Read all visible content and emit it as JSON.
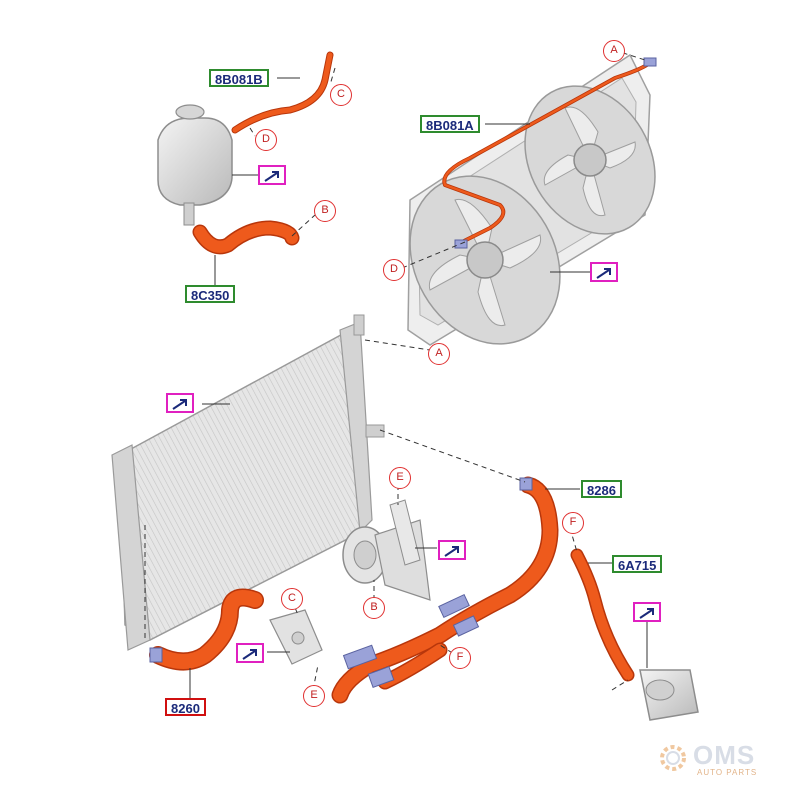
{
  "part_numbers": {
    "top_hose": "8B081B",
    "fan_hose": "8B081A",
    "bottle_hose": "8C350",
    "upper_hose": "8286",
    "heater_hose": "6A715",
    "lower_hose": "8260"
  },
  "callouts": {
    "c1": "C",
    "d1": "D",
    "b1": "B",
    "a1": "A",
    "d2": "D",
    "a2": "A",
    "e1": "E",
    "f1": "F",
    "b2": "B",
    "c2": "C",
    "f2": "F",
    "e2": "E"
  },
  "logo": {
    "title": "OMS",
    "subtitle": "AUTO PARTS"
  },
  "colors": {
    "hose": "#ee5a1c",
    "hose_outline": "#b8360b",
    "label_border": "#2e8b2e",
    "highlight_border": "#d01010",
    "icon_border": "#e020c0",
    "callout": "#e03030",
    "text": "#1b2a7a"
  },
  "icons": [
    "reference-arrow-icon",
    "gear-logo-icon"
  ]
}
